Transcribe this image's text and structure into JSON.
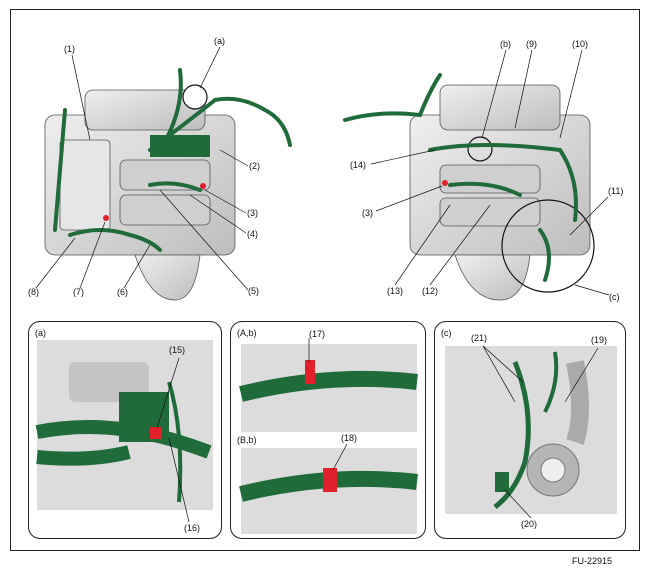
{
  "figure_code": "FU-22915",
  "left_labels": [
    "(1)",
    "(a)",
    "(2)",
    "(3)",
    "(4)",
    "(5)",
    "(6)",
    "(7)",
    "(8)"
  ],
  "right_labels": [
    "(b)",
    "(9)",
    "(10)",
    "(14)",
    "(3)",
    "(11)",
    "(13)",
    "(12)",
    "(c)"
  ],
  "panel_a": {
    "title": "(a)",
    "labels": [
      "(15)",
      "(16)"
    ]
  },
  "panel_b": {
    "title_top": "(A,b)",
    "title_bottom": "(B,b)",
    "labels": [
      "(17)",
      "(18)"
    ]
  },
  "panel_c": {
    "title": "(c)",
    "labels": [
      "(21)",
      "(19)",
      "(20)"
    ]
  },
  "colors": {
    "harness": "#1f6b3a",
    "clip": "#e0202a",
    "engine": "#d6d6d6",
    "outline": "#222222"
  }
}
